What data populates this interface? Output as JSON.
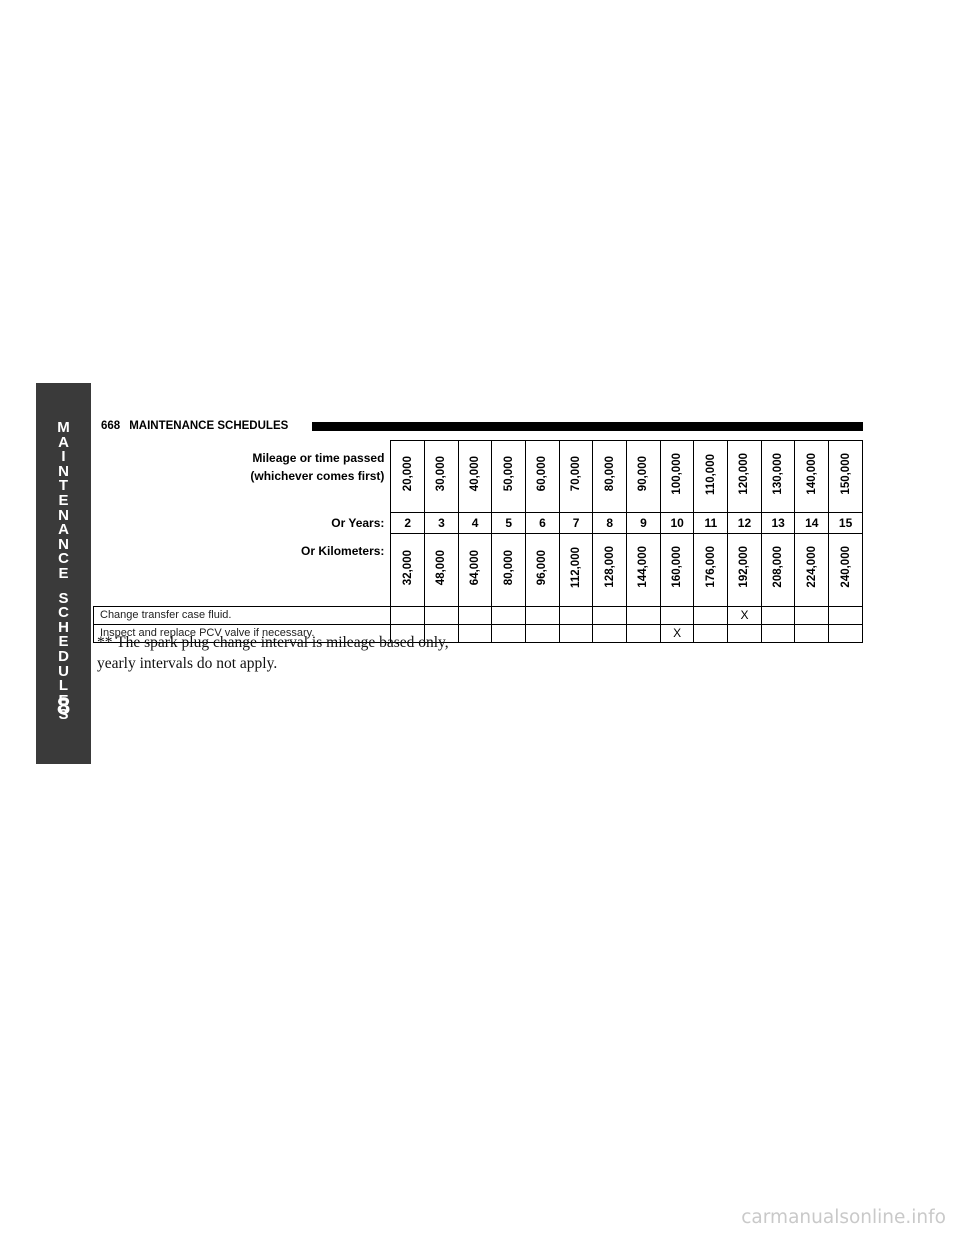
{
  "side_tab": {
    "letters": [
      "M",
      "A",
      "I",
      "N",
      "T",
      "E",
      "N",
      "A",
      "N",
      "C",
      "E",
      " ",
      "S",
      "C",
      "H",
      "E",
      "D",
      "U",
      "L",
      "E",
      "S"
    ],
    "chapter_number": "8"
  },
  "header": {
    "page_number": "668",
    "title": "MAINTENANCE SCHEDULES"
  },
  "table": {
    "mileage_label_line1": "Mileage or time passed",
    "mileage_label_line2": "(whichever comes first)",
    "years_label": "Or Years:",
    "km_label": "Or Kilometers:",
    "miles": [
      "20,000",
      "30,000",
      "40,000",
      "50,000",
      "60,000",
      "70,000",
      "80,000",
      "90,000",
      "100,000",
      "110,000",
      "120,000",
      "130,000",
      "140,000",
      "150,000"
    ],
    "years": [
      "2",
      "3",
      "4",
      "5",
      "6",
      "7",
      "8",
      "9",
      "10",
      "11",
      "12",
      "13",
      "14",
      "15"
    ],
    "kilometers": [
      "32,000",
      "48,000",
      "64,000",
      "80,000",
      "96,000",
      "112,000",
      "128,000",
      "144,000",
      "160,000",
      "176,000",
      "192,000",
      "208,000",
      "224,000",
      "240,000"
    ],
    "tasks": [
      {
        "name": "Change transfer case fluid.",
        "marks": [
          "",
          "",
          "",
          "",
          "",
          "",
          "",
          "",
          "",
          "",
          "X",
          "",
          "",
          ""
        ]
      },
      {
        "name": "Inspect and replace PCV valve if necessary.",
        "marks": [
          "",
          "",
          "",
          "",
          "",
          "",
          "",
          "",
          "X",
          "",
          "",
          "",
          "",
          ""
        ]
      }
    ]
  },
  "footnote": {
    "line1": "** The spark plug change interval is mileage based only,",
    "line2": "yearly intervals do not apply."
  },
  "watermark": "carmanualsonline.info"
}
